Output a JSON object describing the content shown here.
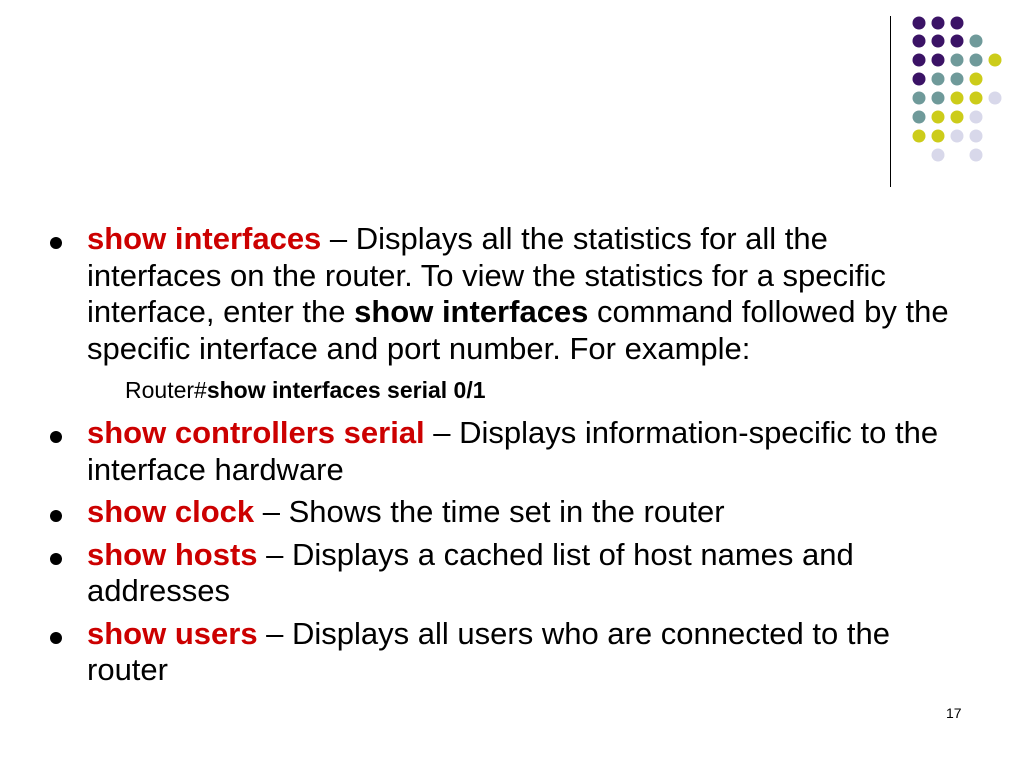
{
  "colors": {
    "purple": "#3b1366",
    "teal": "#6f9a9a",
    "lime": "#cccc1a",
    "lavender": "#d8d8ea",
    "command_red": "#cc0000"
  },
  "slide": {
    "bullets": [
      {
        "command": "show interfaces",
        "text_before_bold": " – Displays all the statistics for all the interfaces on the router. To view the statistics for a specific interface, enter the ",
        "bold": "show interfaces",
        "text_after_bold": " command followed by the specific interface and port number. For example:"
      },
      {
        "command": "show controllers serial",
        "text": " – Displays information-specific to the interface hardware"
      },
      {
        "command": "show clock",
        "text": " – Shows the time set in the router"
      },
      {
        "command": "show hosts",
        "text": " – Displays a cached list of host names and addresses"
      },
      {
        "command": "show users",
        "text": " – Displays all users who are connected to the router"
      }
    ],
    "example": {
      "prompt": "Router#",
      "command": "show interfaces serial 0/1"
    },
    "slide_number": "17"
  }
}
